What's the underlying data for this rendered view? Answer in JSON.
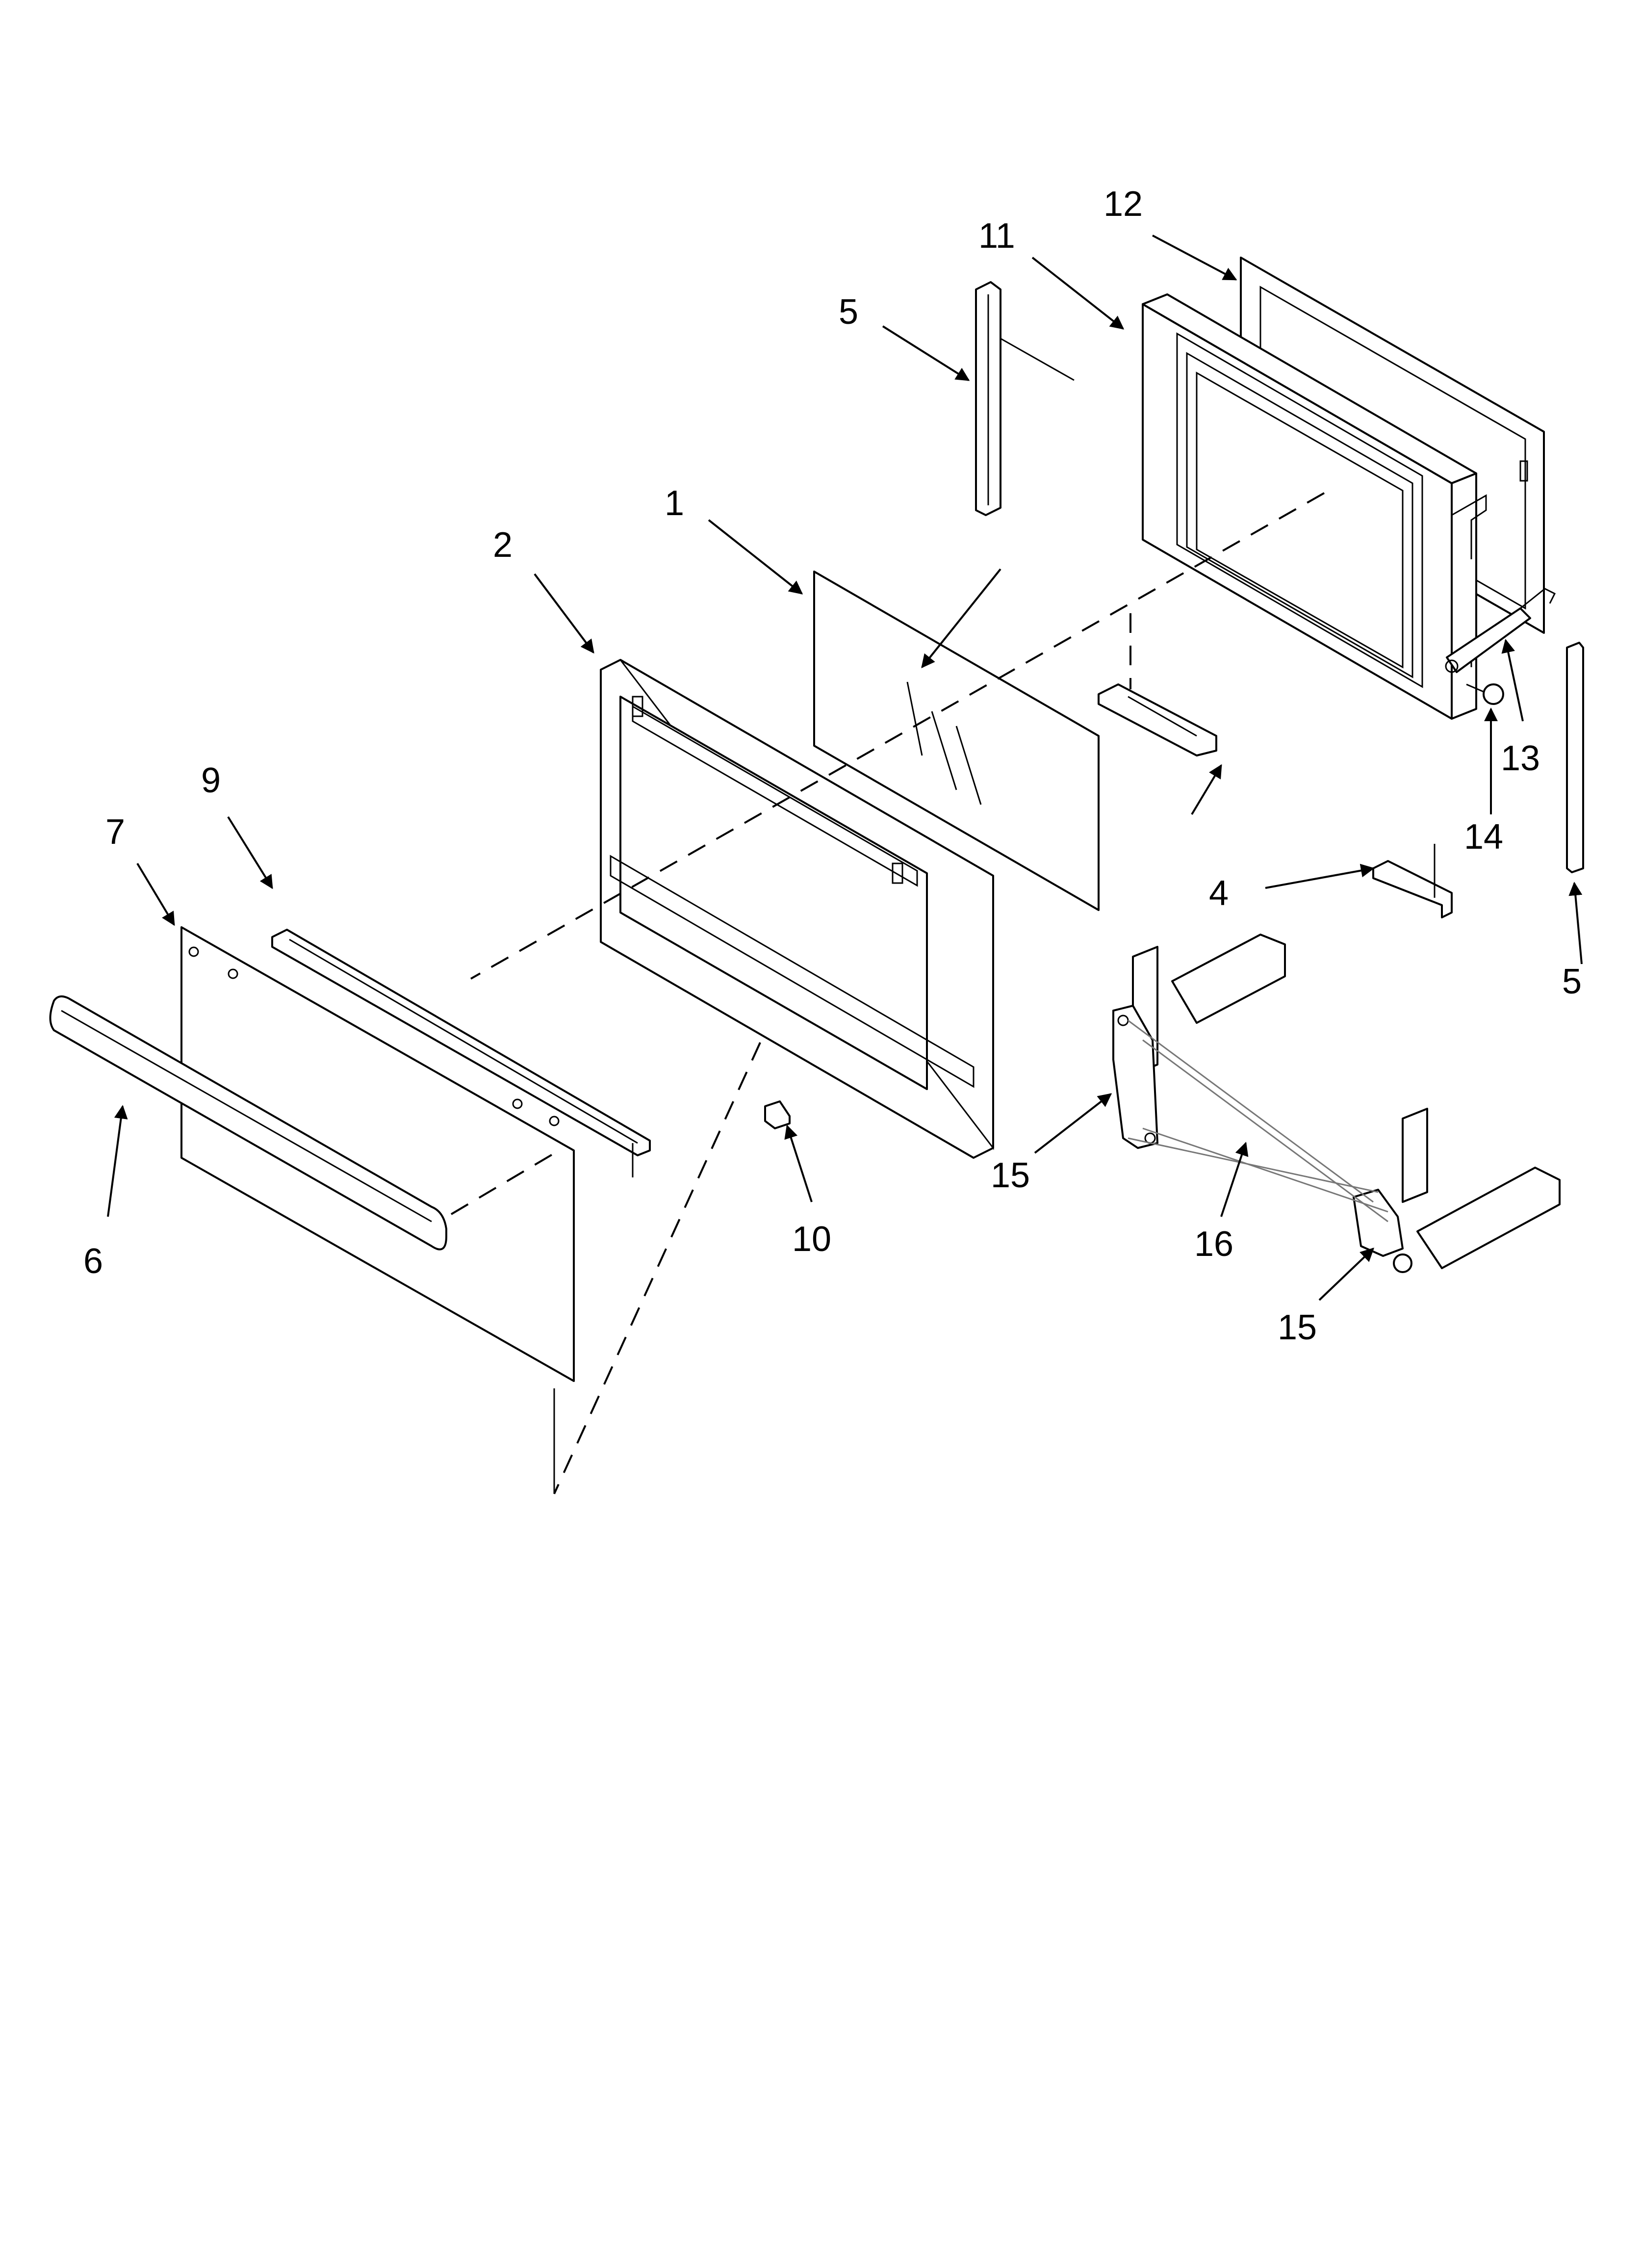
{
  "diagram": {
    "callouts": [
      {
        "id": "c1",
        "text": "1"
      },
      {
        "id": "c2",
        "text": "2"
      },
      {
        "id": "c4",
        "text": "4"
      },
      {
        "id": "c5a",
        "text": "5"
      },
      {
        "id": "c5b",
        "text": "5"
      },
      {
        "id": "c6",
        "text": "6"
      },
      {
        "id": "c7",
        "text": "7"
      },
      {
        "id": "c9",
        "text": "9"
      },
      {
        "id": "c10",
        "text": "10"
      },
      {
        "id": "c11",
        "text": "11"
      },
      {
        "id": "c12",
        "text": "12"
      },
      {
        "id": "c13",
        "text": "13"
      },
      {
        "id": "c14",
        "text": "14"
      },
      {
        "id": "c15a",
        "text": "15"
      },
      {
        "id": "c15b",
        "text": "15"
      },
      {
        "id": "c16",
        "text": "16"
      }
    ]
  }
}
